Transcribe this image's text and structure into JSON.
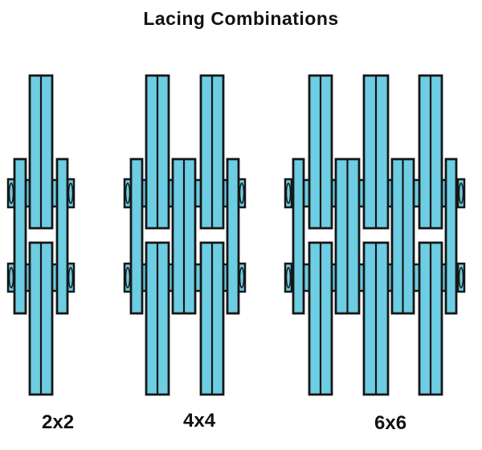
{
  "title": "Lacing Combinations",
  "labels": [
    "2x2",
    "4x4",
    "6x6"
  ],
  "colors": {
    "plate_fill": "#6dcde3",
    "outline": "#161616"
  }
}
